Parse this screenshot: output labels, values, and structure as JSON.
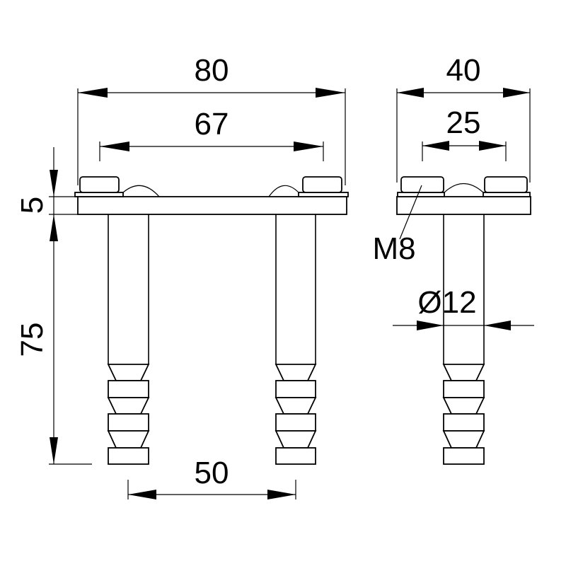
{
  "dimensions": {
    "overall_width": "80",
    "hole_spacing": "67",
    "pin_spacing": "50",
    "plate_thickness": "5",
    "pin_length": "75",
    "side_width": "40",
    "side_hole_spacing": "25",
    "thread": "M8",
    "pin_diameter": "Ø12"
  }
}
